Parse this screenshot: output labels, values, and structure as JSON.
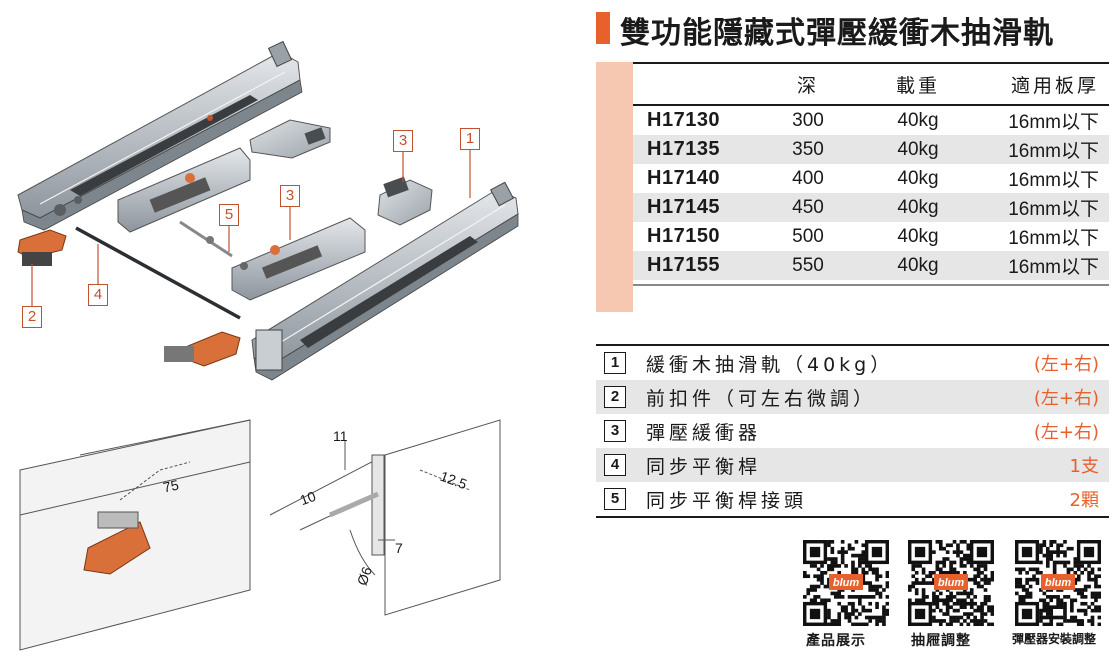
{
  "title": "雙功能隱藏式彈壓緩衝木抽滑軌",
  "spec_table": {
    "headers": [
      "",
      "深",
      "載重",
      "適用板厚"
    ],
    "rows": [
      [
        "H17130",
        "300",
        "40kg",
        "16mm以下"
      ],
      [
        "H17135",
        "350",
        "40kg",
        "16mm以下"
      ],
      [
        "H17140",
        "400",
        "40kg",
        "16mm以下"
      ],
      [
        "H17145",
        "450",
        "40kg",
        "16mm以下"
      ],
      [
        "H17150",
        "500",
        "40kg",
        "16mm以下"
      ],
      [
        "H17155",
        "550",
        "40kg",
        "16mm以下"
      ]
    ]
  },
  "parts": [
    {
      "num": "1",
      "name": "緩衝木抽滑軌（40kg）",
      "qty": "(左+右)"
    },
    {
      "num": "2",
      "name": "前扣件（可左右微調）",
      "qty": "(左+右)"
    },
    {
      "num": "3",
      "name": "彈壓緩衝器",
      "qty": "(左+右)"
    },
    {
      "num": "4",
      "name": "同步平衡桿",
      "qty": "1支"
    },
    {
      "num": "5",
      "name": "同步平衡桿接頭",
      "qty": "2顆"
    }
  ],
  "figure": {
    "callouts": [
      "1",
      "2",
      "3",
      "3",
      "4",
      "5"
    ],
    "dimensions": {
      "d75": "75",
      "d11": "11",
      "d10": "10",
      "d125": "12.5",
      "d7": "7",
      "d6": "Ø6"
    }
  },
  "qr_codes": [
    {
      "label": "產品展示",
      "brand": "blum"
    },
    {
      "label": "抽屜調整",
      "brand": "blum"
    },
    {
      "label": "彈壓器安裝調整",
      "brand": "blum"
    }
  ],
  "colors": {
    "accent": "#e8602c",
    "accent_light": "#f6c7b1",
    "row_shade": "#e6e6e6",
    "part_orange": "#d9703a"
  }
}
